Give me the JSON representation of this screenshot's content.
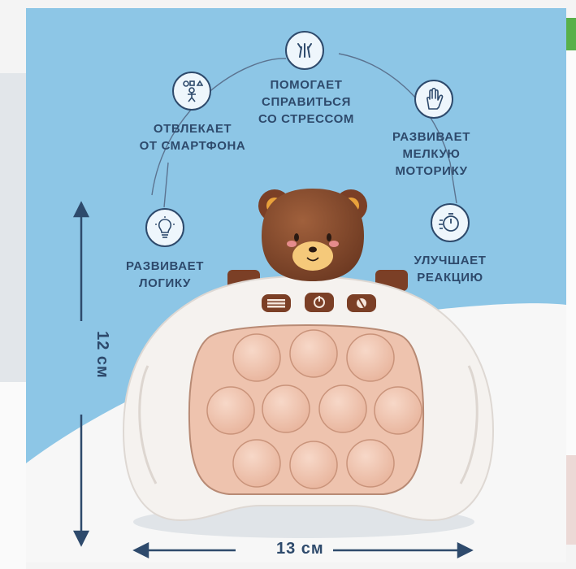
{
  "benefits": [
    {
      "id": "stress",
      "label": "ПОМОГАЕТ\nСПРАВИТЬСЯ\nСО СТРЕССОМ",
      "icon": "stress-relief-icon"
    },
    {
      "id": "smartphone",
      "label": "ОТВЛЕКАЕТ\nОТ СМАРТФОНА",
      "icon": "toy-shapes-icon"
    },
    {
      "id": "motor",
      "label": "РАЗВИВАЕТ\nМЕЛКУЮ\nМОТОРИКУ",
      "icon": "hand-icon"
    },
    {
      "id": "logic",
      "label": "РАЗВИВАЕТ\nЛОГИКУ",
      "icon": "lightbulb-icon"
    },
    {
      "id": "reaction",
      "label": "УЛУЧШАЕТ\nРЕАКЦИЮ",
      "icon": "stopwatch-icon"
    }
  ],
  "dimensions": {
    "height": "12 см",
    "width": "13 см"
  },
  "product": {
    "name": "bear quick push game toy",
    "buttons": [
      "menu-button",
      "power-button",
      "sound-button"
    ],
    "bubble_rows": [
      3,
      4,
      3
    ]
  },
  "colors": {
    "background": "#8dc6e6",
    "text": "#2e4a6c",
    "device_body": "#f4f1ee",
    "bubbles": "#f2c7b2",
    "bear": "#8a4a2e"
  }
}
